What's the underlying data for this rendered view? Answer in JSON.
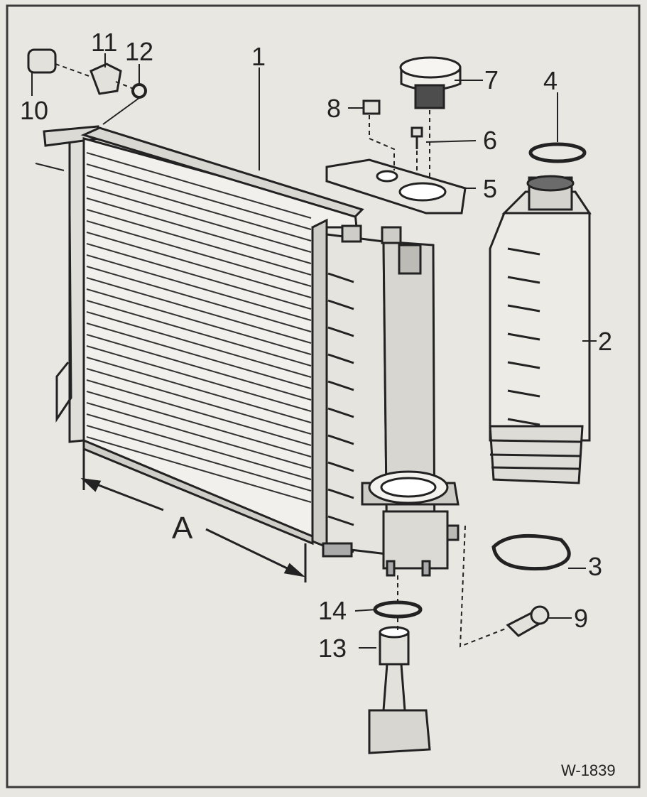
{
  "figure": {
    "id": "W-1839",
    "dimension_label": "A",
    "callouts": [
      "1",
      "2",
      "3",
      "4",
      "5",
      "6",
      "7",
      "8",
      "9",
      "10",
      "11",
      "12",
      "13",
      "14"
    ]
  },
  "colors": {
    "background": "#e9e7e2",
    "ink": "#222222",
    "shade": "#cfcdc8",
    "frame": "#3a3a3a"
  }
}
